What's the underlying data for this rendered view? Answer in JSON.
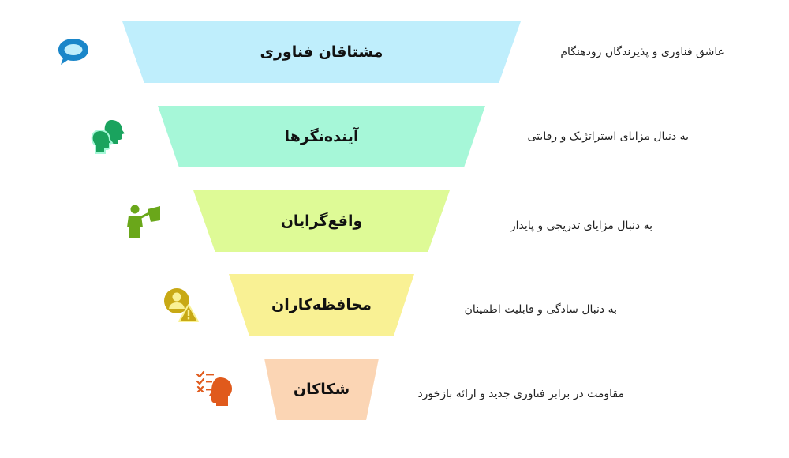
{
  "levels": [
    {
      "label": "مشتاقان فناوری",
      "description": "عاشق فناوری و پذیرندگان زودهنگام",
      "band_color": "#bfeefc",
      "icon_bg": "#bfeefc",
      "icon_color": "#1a86c9",
      "icon": "speech-bubble-icon"
    },
    {
      "label": "آینده‌نگرها",
      "description": "به دنبال مزایای استراتژیک و رقابتی",
      "band_color": "#a6f7d8",
      "icon_bg": "#a6f7d8",
      "icon_color": "#1aa35e",
      "icon": "two-heads-icon"
    },
    {
      "label": "واقع‌گرایان",
      "description": "به دنبال مزایای تدریجی و پایدار",
      "band_color": "#defa96",
      "icon_bg": "#defa96",
      "icon_color": "#6aa71a",
      "icon": "presenter-icon"
    },
    {
      "label": "محافظه‌کاران",
      "description": "به دنبال سادگی و قابلیت اطمینان",
      "band_color": "#f9f194",
      "icon_bg": "#f9f194",
      "icon_color": "#c8a915",
      "icon": "user-warning-icon"
    },
    {
      "label": "شکاکان",
      "description": "مقاومت در برابر فناوری جدید و ارائه بازخورد",
      "band_color": "#fbd5b4",
      "icon_bg": "#fbd5b4",
      "icon_color": "#e05a1c",
      "icon": "head-checklist-icon"
    }
  ]
}
